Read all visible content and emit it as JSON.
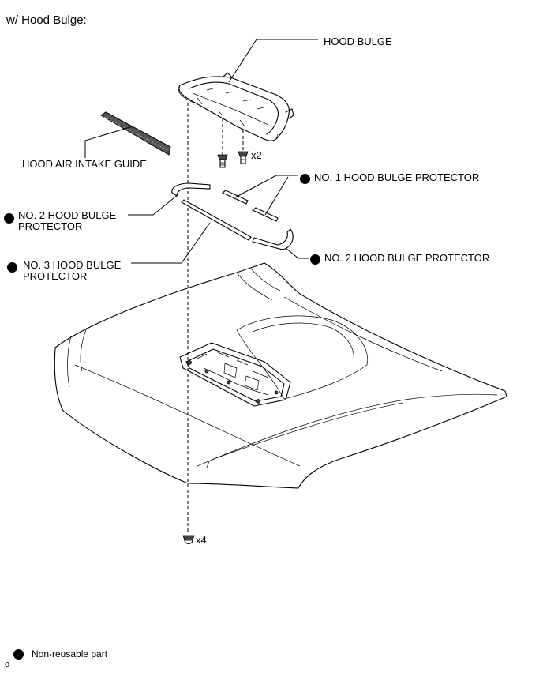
{
  "heading": "w/ Hood Bulge:",
  "labels": {
    "hood_bulge": "HOOD BULGE",
    "hood_air_intake_guide": "HOOD AIR INTAKE GUIDE",
    "no1_protector": "NO. 1 HOOD BULGE PROTECTOR",
    "no2_protector_left_line1": "NO. 2 HOOD BULGE",
    "no2_protector_left_line2": "PROTECTOR",
    "no3_protector_line1": "NO. 3 HOOD BULGE",
    "no3_protector_line2": "PROTECTOR",
    "no2_protector_right": "NO. 2 HOOD BULGE PROTECTOR"
  },
  "quantities": {
    "clips_upper": "x2",
    "clips_lower": "x4"
  },
  "legend": {
    "non_reusable": "Non-reusable part"
  },
  "corner_mark": "o"
}
